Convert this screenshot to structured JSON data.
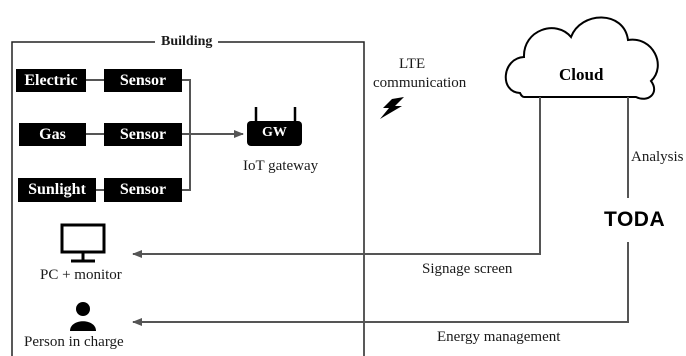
{
  "building": {
    "title": "Building"
  },
  "sources": [
    {
      "label": "Electric",
      "sensor": "Sensor"
    },
    {
      "label": "Gas",
      "sensor": "Sensor"
    },
    {
      "label": "Sunlight",
      "sensor": "Sensor"
    }
  ],
  "gateway": {
    "badge": "GW",
    "label": "IoT gateway"
  },
  "lte": {
    "line1": "LTE",
    "line2": "communication"
  },
  "cloud": {
    "label": "Cloud"
  },
  "analysis": {
    "label": "Analysis"
  },
  "toda": {
    "label": "TODA"
  },
  "outputs": {
    "pc": {
      "label": "PC + monitor",
      "link_label": "Signage screen"
    },
    "person": {
      "label": "Person in charge",
      "link_label": "Energy management"
    }
  },
  "colors": {
    "block": "#000000",
    "line": "#555555",
    "text": "#1a1a1a"
  }
}
